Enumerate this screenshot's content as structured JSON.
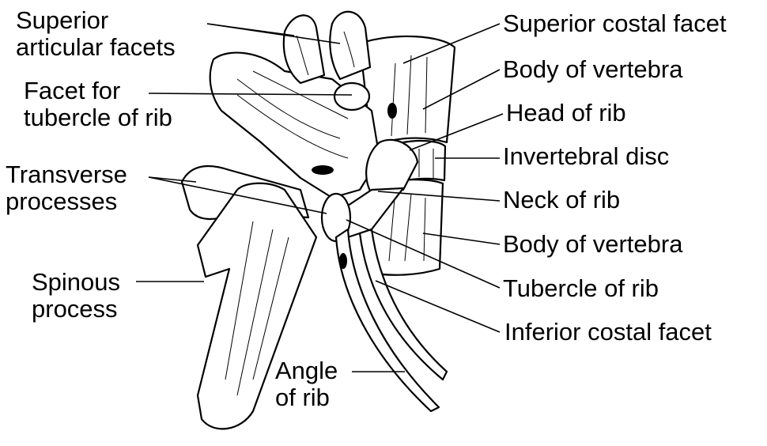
{
  "labels": {
    "superior_articular_facets": [
      "Superior",
      "articular facets"
    ],
    "facet_for_tubercle": [
      "Facet for",
      "tubercle of rib"
    ],
    "transverse_processes": [
      "Transverse",
      "processes"
    ],
    "spinous_process": [
      "Spinous",
      "process"
    ],
    "angle_of_rib": [
      "Angle",
      "of rib"
    ],
    "superior_costal_facet": "Superior costal facet",
    "body_of_vertebra_top": "Body of vertebra",
    "head_of_rib": "Head of rib",
    "intervertebral_disc": "Invertebral disc",
    "neck_of_rib": "Neck of rib",
    "body_of_vertebra_bottom": "Body of vertebra",
    "tubercle_of_rib": "Tubercle of rib",
    "inferior_costal_facet": "Inferior costal facet"
  },
  "colors": {
    "ink": "#000000",
    "background": "#ffffff"
  }
}
